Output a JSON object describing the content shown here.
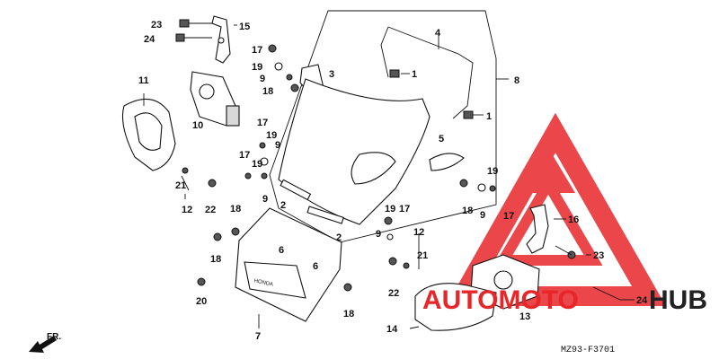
{
  "diagram_code": "MZ93-F3701",
  "direction_label": "FR.",
  "windscreen_label": "HONDA",
  "watermark": {
    "brand_a": "AUTOMOTO",
    "brand_b": "HUB",
    "color_main": "#e8262a",
    "color_dark": "#222222"
  },
  "callouts": [
    {
      "id": "c23a",
      "text": "23"
    },
    {
      "id": "c15",
      "text": "15"
    },
    {
      "id": "c24a",
      "text": "24"
    },
    {
      "id": "c17a",
      "text": "17"
    },
    {
      "id": "c19a",
      "text": "19"
    },
    {
      "id": "c3",
      "text": "3"
    },
    {
      "id": "c9a",
      "text": "9"
    },
    {
      "id": "c18a",
      "text": "18"
    },
    {
      "id": "c4",
      "text": "4"
    },
    {
      "id": "c1a",
      "text": "1"
    },
    {
      "id": "c8",
      "text": "8"
    },
    {
      "id": "c1b",
      "text": "1"
    },
    {
      "id": "c11",
      "text": "11"
    },
    {
      "id": "c10",
      "text": "10"
    },
    {
      "id": "c17b",
      "text": "17"
    },
    {
      "id": "c19b",
      "text": "19"
    },
    {
      "id": "c9b",
      "text": "9"
    },
    {
      "id": "c17c",
      "text": "17"
    },
    {
      "id": "c19c",
      "text": "19"
    },
    {
      "id": "c9c",
      "text": "9"
    },
    {
      "id": "c5",
      "text": "5"
    },
    {
      "id": "c21a",
      "text": "21"
    },
    {
      "id": "c12a",
      "text": "12"
    },
    {
      "id": "c22a",
      "text": "22"
    },
    {
      "id": "c2a",
      "text": "2"
    },
    {
      "id": "c2b",
      "text": "2"
    },
    {
      "id": "c18b",
      "text": "18"
    },
    {
      "id": "c6a",
      "text": "6"
    },
    {
      "id": "c6b",
      "text": "6"
    },
    {
      "id": "c18c",
      "text": "18"
    },
    {
      "id": "c19d",
      "text": "19"
    },
    {
      "id": "c17d",
      "text": "17"
    },
    {
      "id": "c9d",
      "text": "9"
    },
    {
      "id": "c12b",
      "text": "12"
    },
    {
      "id": "c21b",
      "text": "21"
    },
    {
      "id": "c22b",
      "text": "22"
    },
    {
      "id": "c19e",
      "text": "19"
    },
    {
      "id": "c18d",
      "text": "18"
    },
    {
      "id": "c9e",
      "text": "9"
    },
    {
      "id": "c17e",
      "text": "17"
    },
    {
      "id": "c16",
      "text": "16"
    },
    {
      "id": "c23b",
      "text": "23"
    },
    {
      "id": "c24b",
      "text": "24"
    },
    {
      "id": "c13",
      "text": "13"
    },
    {
      "id": "c14",
      "text": "14"
    },
    {
      "id": "c18e",
      "text": "18"
    },
    {
      "id": "c20",
      "text": "20"
    },
    {
      "id": "c7",
      "text": "7"
    }
  ]
}
